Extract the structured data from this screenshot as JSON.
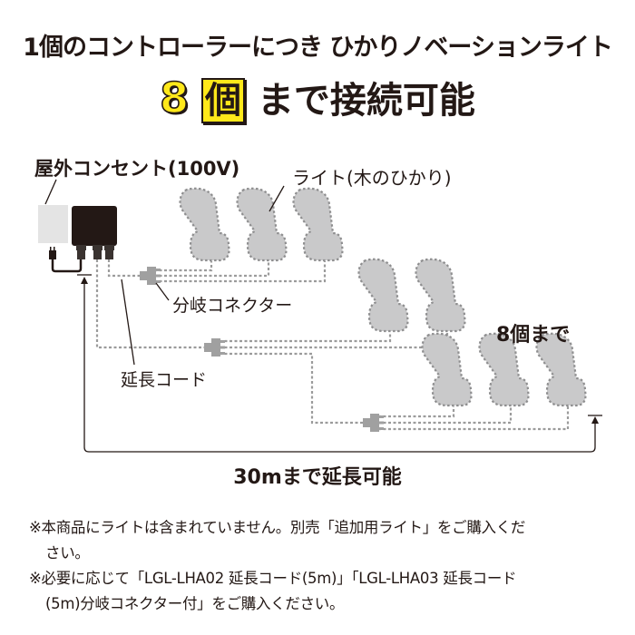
{
  "headline": {
    "line1": "1個のコントローラーにつき ひかりノベーションライト",
    "count_number": "8",
    "count_unit": "個",
    "line2_rest": " まで接続可能"
  },
  "diagram": {
    "outlet_label": "屋外コンセント(100V)",
    "light_label": "ライト(木のひかり)",
    "branch_connector_label": "分岐コネクター",
    "extension_cord_label": "延長コード",
    "max_lights_label": "8個まで",
    "max_extension_label": "30mまで延長可能",
    "light_count": 8,
    "colors": {
      "light_fill": "#c9c9ca",
      "light_outline": "#8e8e8f",
      "controller": "#231815",
      "outlet": "#e4e4e4",
      "connector": "#a0a0a0",
      "highlight": "#ffe81a"
    }
  },
  "notes": [
    {
      "line1": "※本商品にライトは含まれていません。別売「追加用ライト」をご購入くだ",
      "line2": "さい。"
    },
    {
      "line1": "※必要に応じて「LGL-LHA02 延長コード(5m)」「LGL-LHA03 延長コード",
      "line2": "(5m)分岐コネクター付」をご購入ください。"
    }
  ]
}
